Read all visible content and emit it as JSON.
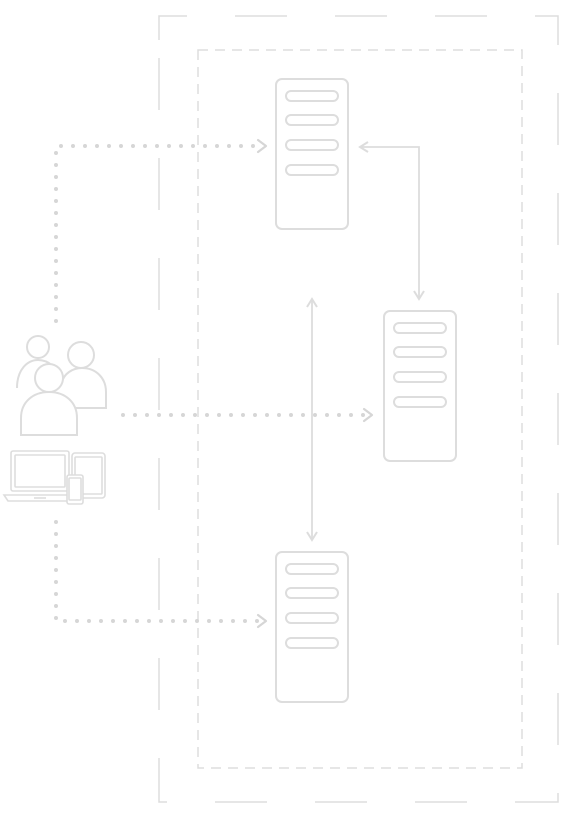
{
  "diagram": {
    "colors": {
      "stroke": "#dddddd",
      "dots": "#d6d6d6",
      "background": "#ffffff"
    },
    "nodes": [
      {
        "id": "users-icon",
        "kind": "group-of-users"
      },
      {
        "id": "devices-icon",
        "kind": "laptop-tablet-phone"
      },
      {
        "id": "server-top",
        "kind": "server-rack"
      },
      {
        "id": "server-middle",
        "kind": "server-rack"
      },
      {
        "id": "server-bottom",
        "kind": "server-rack"
      }
    ],
    "boundaries": [
      {
        "id": "outer-zone",
        "style": "long-dash"
      },
      {
        "id": "inner-zone",
        "style": "short-dash"
      }
    ],
    "connections": [
      {
        "from": "users",
        "to": "server-top",
        "style": "dotted",
        "arrow": "end"
      },
      {
        "from": "users",
        "to": "server-middle",
        "style": "dotted",
        "arrow": "end"
      },
      {
        "from": "users",
        "to": "server-bottom",
        "style": "dotted",
        "arrow": "end"
      },
      {
        "from": "server-top",
        "to": "server-middle",
        "style": "solid",
        "arrow": "both"
      },
      {
        "from": "server-middle-region",
        "to": "server-bottom",
        "style": "solid",
        "arrow": "both"
      }
    ]
  }
}
